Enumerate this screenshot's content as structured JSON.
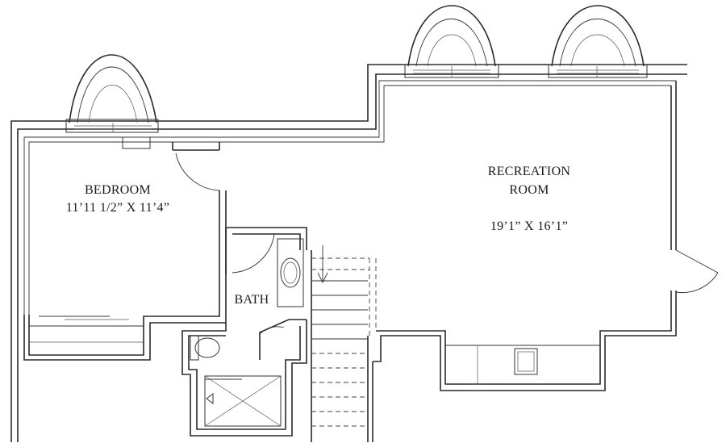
{
  "rooms": {
    "bedroom": {
      "name": "BEDROOM",
      "dimensions": "11’11 1/2” X 11’4”"
    },
    "recreation": {
      "name_line1": "RECREATION",
      "name_line2": "ROOM",
      "dimensions": "19’1” X 16’1”"
    },
    "bath": {
      "name": "BATH"
    }
  }
}
